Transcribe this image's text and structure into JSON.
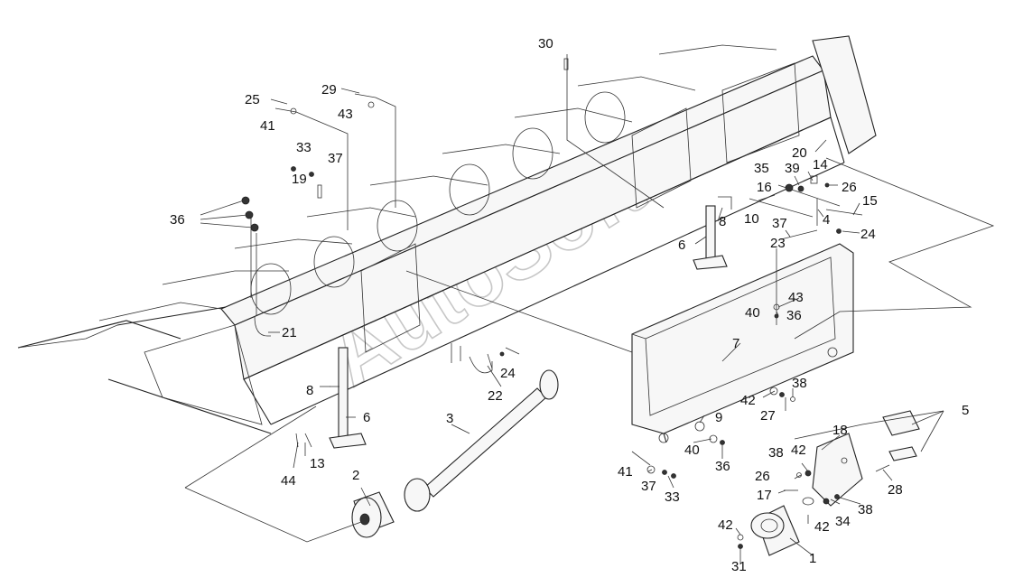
{
  "watermark": "AutoSoft",
  "corner_mark": "",
  "callouts": [
    "30",
    "25",
    "41",
    "29",
    "43",
    "33",
    "37",
    "19",
    "36",
    "21",
    "8",
    "6",
    "44",
    "13",
    "2",
    "3",
    "24",
    "22",
    "20",
    "35",
    "39",
    "14",
    "26",
    "16",
    "10",
    "37",
    "15",
    "4",
    "8",
    "6",
    "24",
    "23",
    "43",
    "40",
    "36",
    "7",
    "42",
    "38",
    "27",
    "9",
    "40",
    "36",
    "41",
    "37",
    "33",
    "18",
    "38",
    "42",
    "26",
    "17",
    "42",
    "34",
    "38",
    "28",
    "5",
    "42",
    "31",
    "1"
  ]
}
